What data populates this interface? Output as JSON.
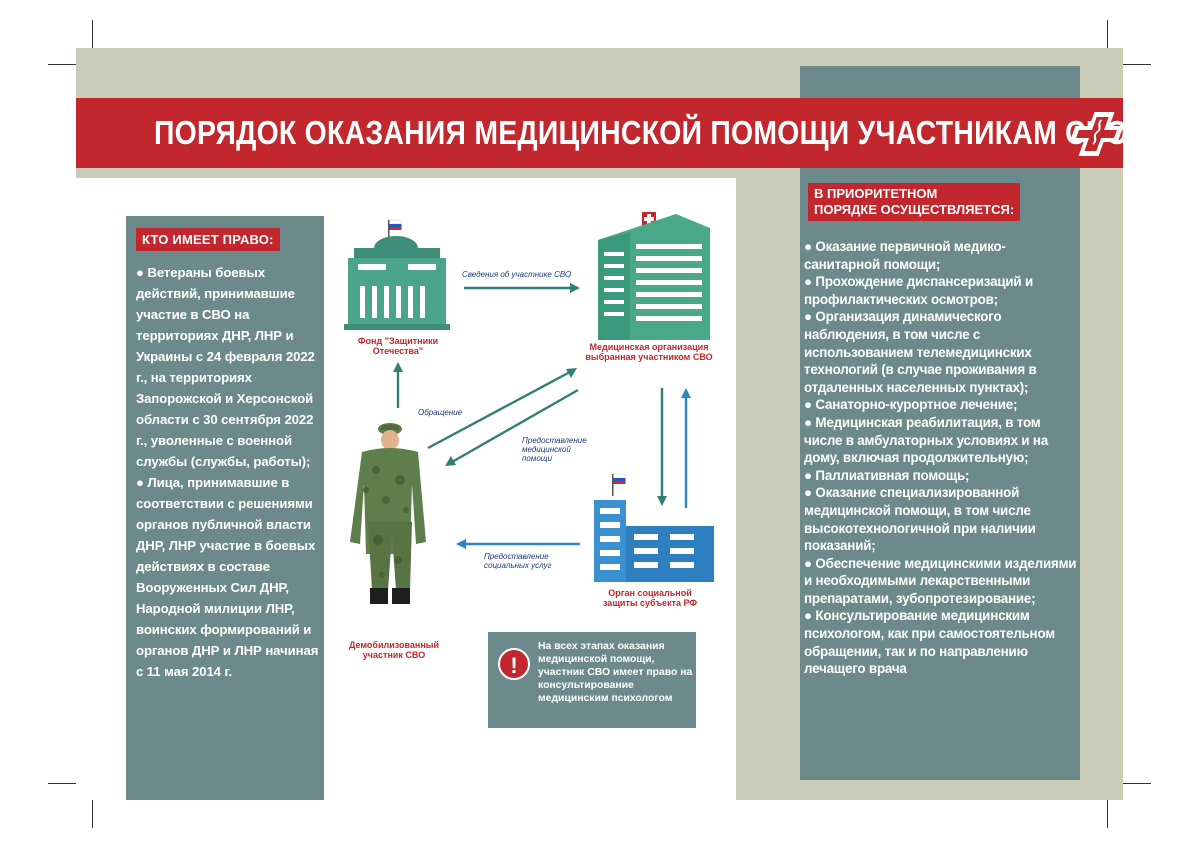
{
  "banner": {
    "title": "ПОРЯДОК ОКАЗАНИЯ МЕДИЦИНСКОЙ ПОМОЩИ УЧАСТНИКАМ СВО"
  },
  "who": {
    "heading": "КТО ИМЕЕТ ПРАВО:",
    "items": [
      "● Ветераны боевых действий, принимавшие участие в СВО на территориях ДНР, ЛНР и Украины с 24 февраля 2022 г., на территориях Запорожской и Херсонской области с 30 сентября 2022 г., уволенные с военной службы (службы, работы);",
      "● Лица, принимавшие в соответствии с решениями органов публичной власти ДНР, ЛНР участие в боевых действиях в составе Вооруженных Сил ДНР, Народной милиции ЛНР, воинских формирований и органов ДНР и ЛНР начиная с 11 мая 2014 г."
    ]
  },
  "priority": {
    "heading_line1": "В ПРИОРИТЕТНОМ",
    "heading_line2": "ПОРЯДКЕ ОСУЩЕСТВЛЯЕТСЯ:",
    "items": [
      "● Оказание первичной медико-санитарной помощи;",
      "● Прохождение диспансеризаций и профилактических осмотров;",
      "● Организация динамического наблюдения, в том числе с использованием телемедицинских технологий (в случае проживания в отдаленных населенных пунктах);",
      "● Санаторно-курортное лечение;",
      "● Медицинская реабилитация, в том числе в амбулаторных условиях и на дому, включая продолжительную;",
      "● Паллиативная помощь;",
      "● Оказание специализированной медицинской помощи, в том числе высокотехнологичной при наличии показаний;",
      "● Обеспечение медицинскими изделиями и необходимыми лекарственными препаратами, зубопротезирование;",
      "● Консультирование медицинским психологом, как при самостоятельном обращении, так и по направлению лечащего врача"
    ]
  },
  "diagram": {
    "fund_label": "Фонд \"Защитники Отечества\"",
    "med_org_label": "Медицинская организация выбранная участником СВО",
    "social_label": "Орган социальной защиты субъекта РФ",
    "soldier_label": "Демобилизованный участник СВО",
    "arrow_info": "Сведения об участнике СВО",
    "arrow_appeal": "Обращение",
    "arrow_medical": "Предоставление медицинской помощи",
    "arrow_social": "Предоставление социальных услуг"
  },
  "info": {
    "text": "На всех этапах оказания медицинской помощи, участник СВО имеет право на консультирование медицинским психологом",
    "icon": "exclamation-icon"
  },
  "colors": {
    "red": "#c1272d",
    "teal": "#6c8a8b",
    "olive": "#c9cdb8",
    "arrow": "#2f7f74",
    "arrow_blue": "#2b86c5"
  }
}
